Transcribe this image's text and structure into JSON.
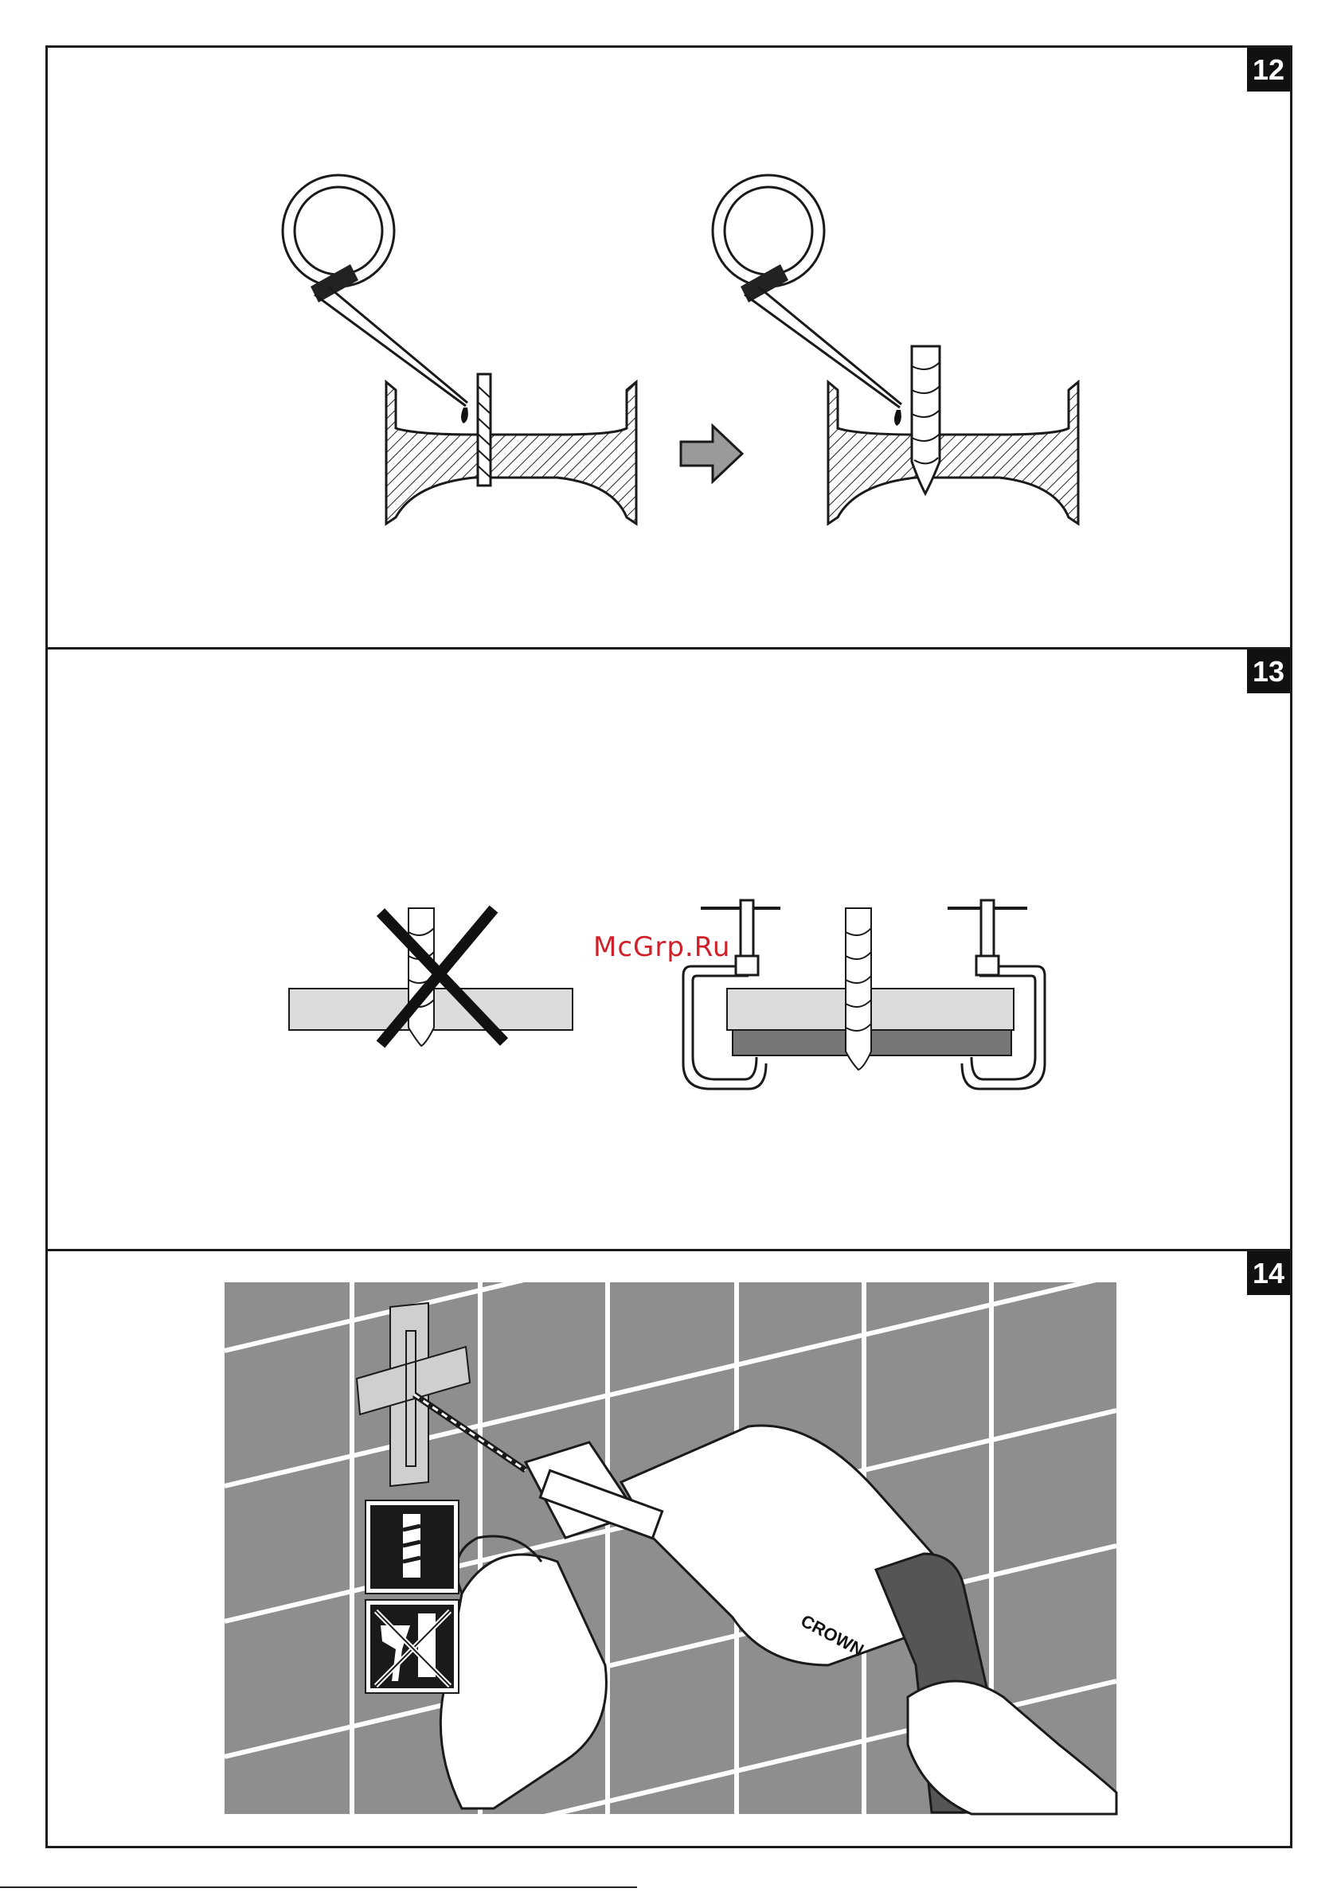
{
  "figures": [
    {
      "number": "12"
    },
    {
      "number": "13"
    },
    {
      "number": "14"
    }
  ],
  "drill_brand": "CROWN",
  "watermark": "McGrp.Ru",
  "colors": {
    "border": "#1a1a1a",
    "tile": "#8e8e8e",
    "grout": "#ffffff",
    "badge": "#111111",
    "watermark": "#d0202a"
  }
}
